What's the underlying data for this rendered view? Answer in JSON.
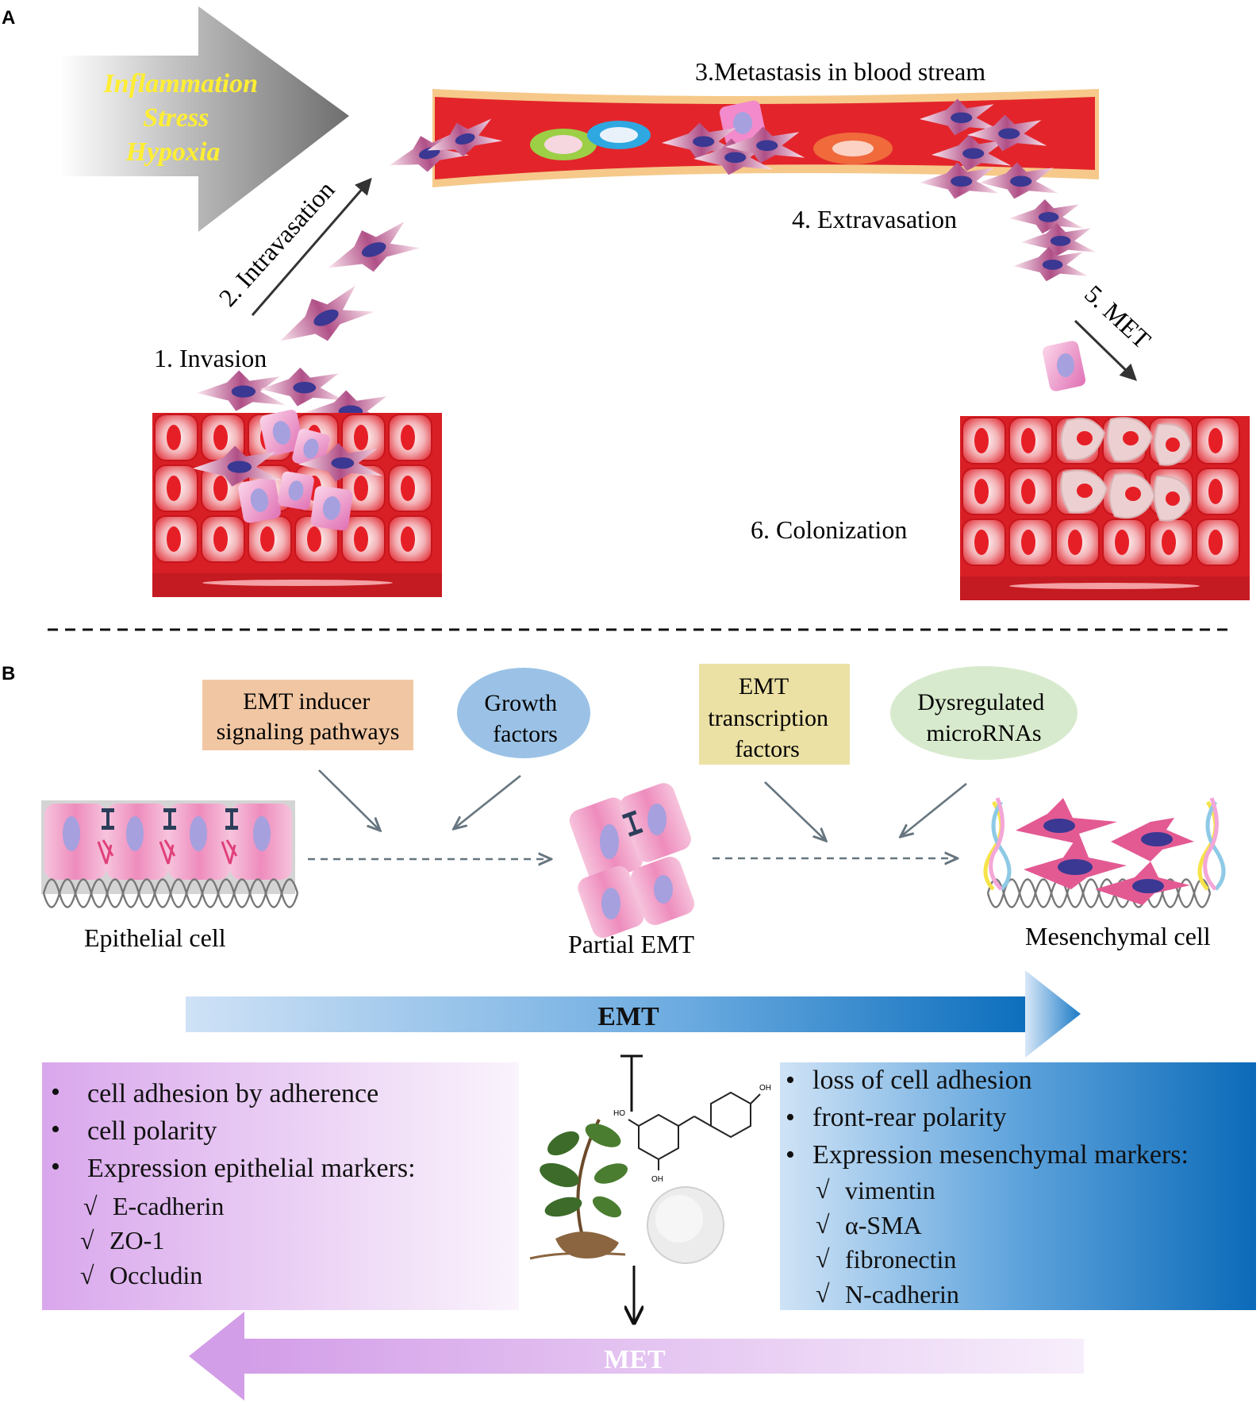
{
  "panel_a": {
    "label": "A",
    "stimuli": [
      "Inflammation",
      "Stress",
      "Hypoxia"
    ],
    "steps": {
      "invasion": "1. Invasion",
      "intravasation": "2. Intravasation",
      "metastasis": "3.Metastasis in blood stream",
      "extravasation": "4. Extravasation",
      "met": "5. MET",
      "colonization": "6. Colonization"
    }
  },
  "panel_b": {
    "label": "B",
    "inducers": {
      "signaling": [
        "EMT inducer",
        "signaling pathways"
      ],
      "growth": [
        "Growth",
        "factors"
      ],
      "transcription": [
        "EMT",
        "transcription",
        "factors"
      ],
      "microrna": [
        "Dysregulated",
        "microRNAs"
      ]
    },
    "cells": {
      "epithelial": "Epithelial cell",
      "partial": "Partial EMT",
      "mesenchymal": "Mesenchymal cell"
    },
    "emt_label": "EMT",
    "met_label": "MET",
    "epithelial_features": [
      "cell adhesion by adherence",
      "cell polarity",
      "Expression epithelial markers:"
    ],
    "epithelial_markers": [
      "E-cadherin",
      "ZO-1",
      "Occludin"
    ],
    "mesenchymal_features": [
      "loss of cell adhesion",
      "front-rear polarity",
      "Expression mesenchymal markers:"
    ],
    "mesenchymal_markers": [
      "vimentin",
      "α-SMA",
      "fibronectin",
      "N-cadherin"
    ],
    "bullet": "•",
    "check": "√",
    "molecule_labels": [
      "OH",
      "HO",
      "OH"
    ]
  },
  "colors": {
    "tissue_red": "#e02428",
    "vessel_red": "#e3252b",
    "vessel_wall": "#f6c98a",
    "stimulus_text": "#ffee33",
    "emt_blue": "#1272be",
    "met_purple": "#d7a9ea",
    "cell_pink": "#e887b0",
    "nucleus": "#4a3f9e"
  }
}
